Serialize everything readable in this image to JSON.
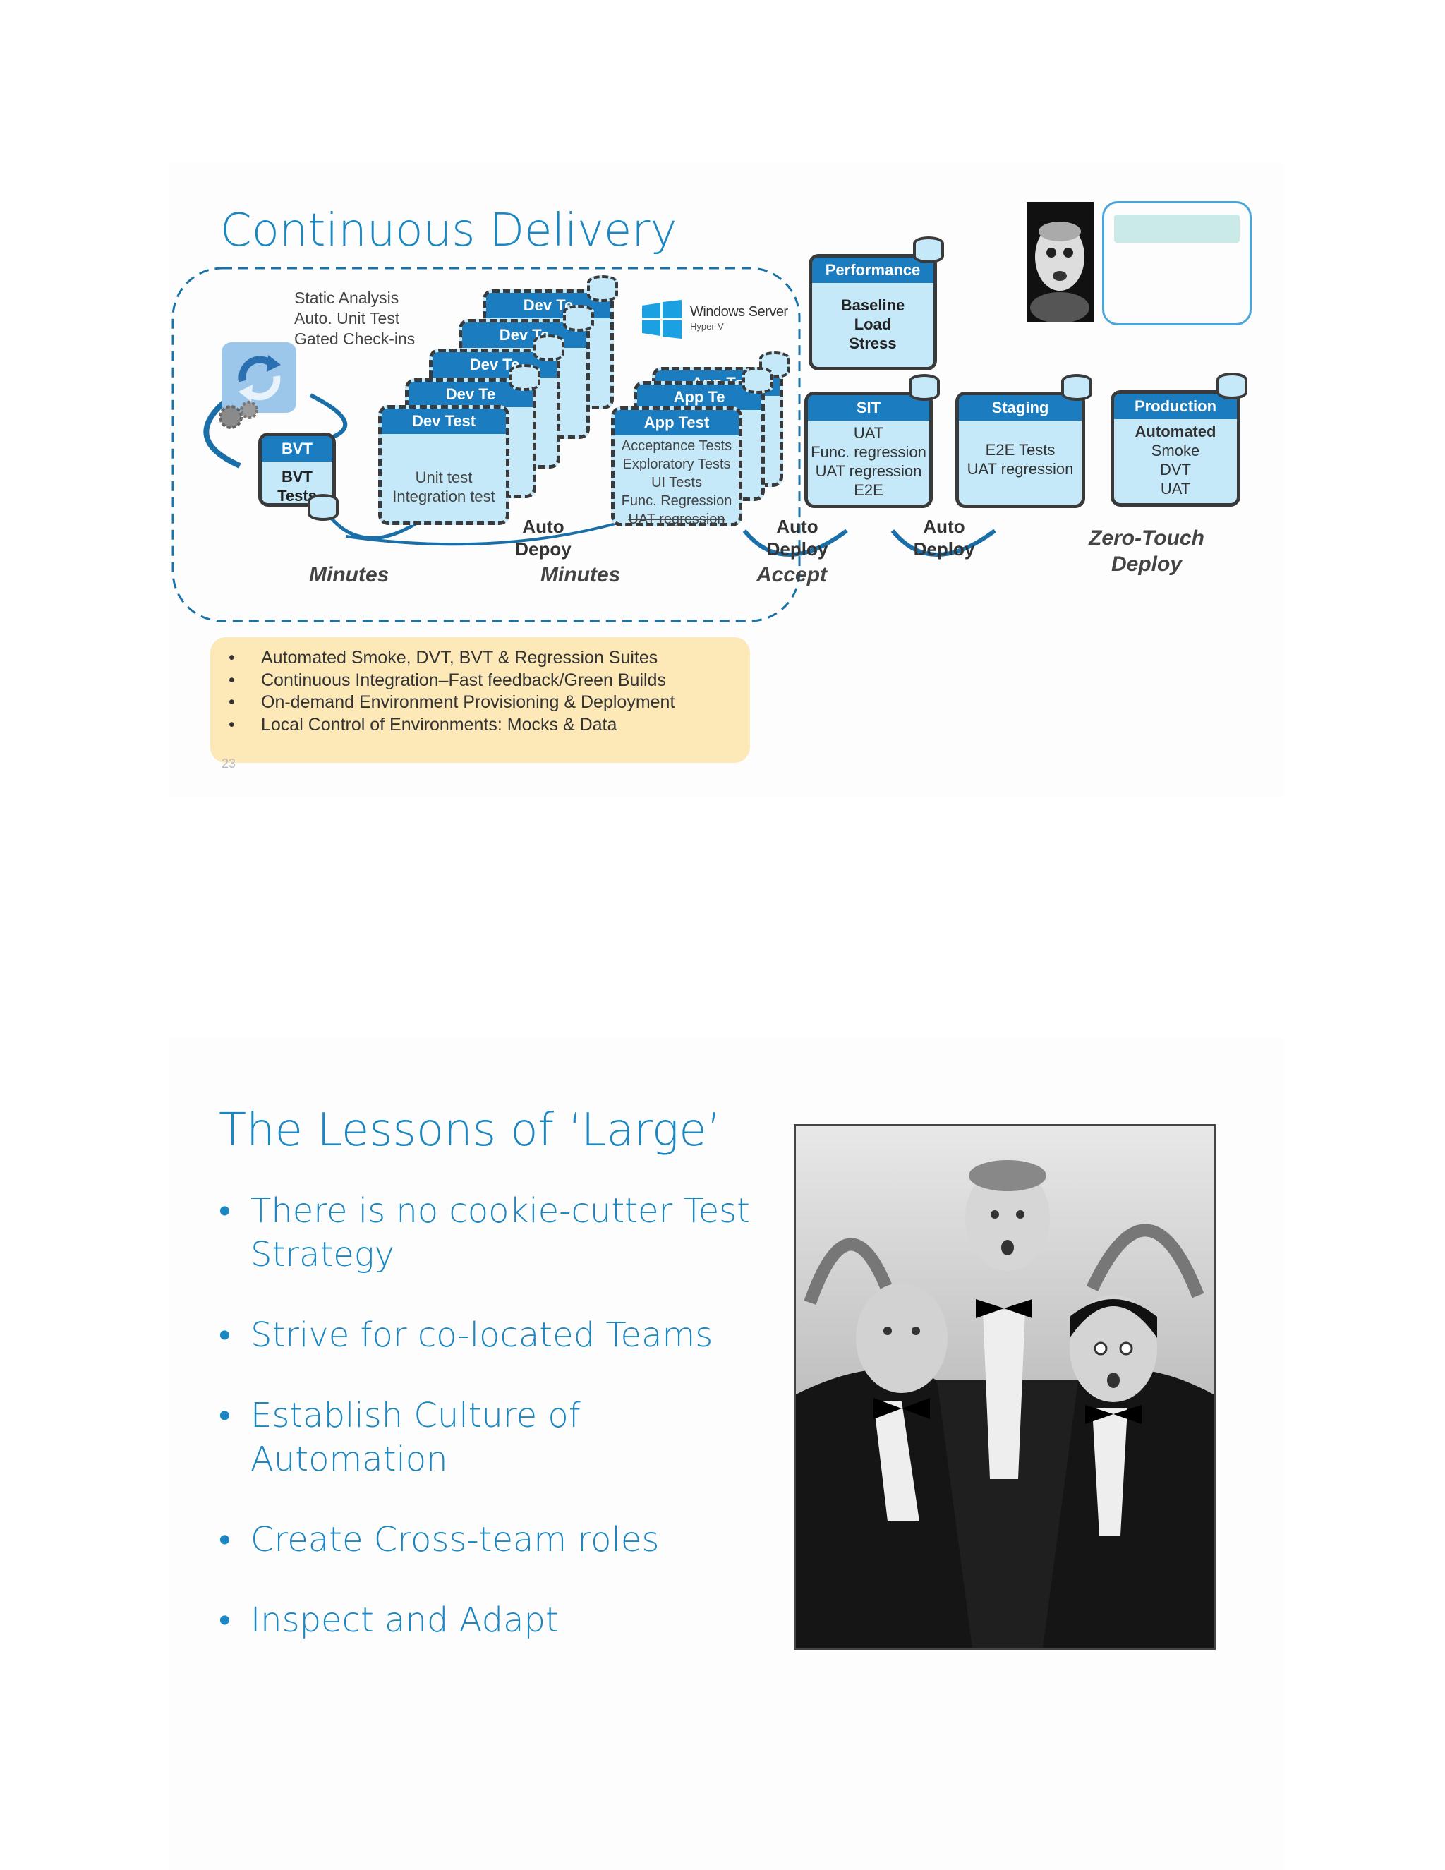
{
  "slide1": {
    "title": "Continuous Delivery",
    "static_analysis": [
      "Static Analysis",
      "Auto. Unit Test",
      "Gated Check-ins"
    ],
    "windows_logo_line1": "Windows Server",
    "windows_logo_line2": "Hyper-V",
    "bvt": {
      "header": "BVT",
      "body": [
        "BVT",
        "Tests"
      ]
    },
    "dev_test": {
      "header": "Dev Test",
      "stack_header": "Dev Te",
      "body": [
        "Unit test",
        "Integration test"
      ]
    },
    "app_test": {
      "header": "App Test",
      "stack_header": "App Te",
      "body": [
        "Acceptance Tests",
        "Exploratory Tests",
        "UI Tests",
        "Func. Regression",
        "UAT regression"
      ]
    },
    "performance": {
      "header": "Performance",
      "body": [
        "Baseline",
        "Load",
        "Stress"
      ]
    },
    "sit": {
      "header": "SIT",
      "body": [
        "UAT",
        "Func. regression",
        "UAT regression",
        "E2E"
      ]
    },
    "staging": {
      "header": "Staging",
      "body": [
        "E2E Tests",
        "UAT regression"
      ]
    },
    "production": {
      "header": "Production",
      "body": [
        "Automated",
        "Smoke",
        "DVT",
        "UAT"
      ]
    },
    "auto_labels": [
      {
        "l1": "Auto",
        "l2": "Depoy"
      },
      {
        "l1": "Auto",
        "l2": "Deploy"
      },
      {
        "l1": "Auto",
        "l2": "Deploy"
      }
    ],
    "time_labels": [
      "Minutes",
      "Minutes",
      "Accept"
    ],
    "zero_touch": [
      "Zero-Touch",
      "Deploy"
    ],
    "notes": [
      "Automated Smoke, DVT, BVT & Regression Suites",
      "Continuous Integration–Fast feedback/Green Builds",
      "On-demand Environment Provisioning & Deployment",
      "Local Control of Environments: Mocks & Data"
    ],
    "page_number": "23"
  },
  "slide2": {
    "title": "The Lessons of ‘Large’",
    "bullets": [
      "There is no cookie-cutter Test Strategy",
      "Strive for co-located Teams",
      "Establish Culture of Automation",
      "Create Cross-team roles",
      "Inspect and Adapt"
    ]
  },
  "colors": {
    "accent": "#1a86c2",
    "stage_header": "#1b7dc0",
    "stage_fill": "#c5e9f9",
    "notes_bg": "#fde9b8"
  }
}
